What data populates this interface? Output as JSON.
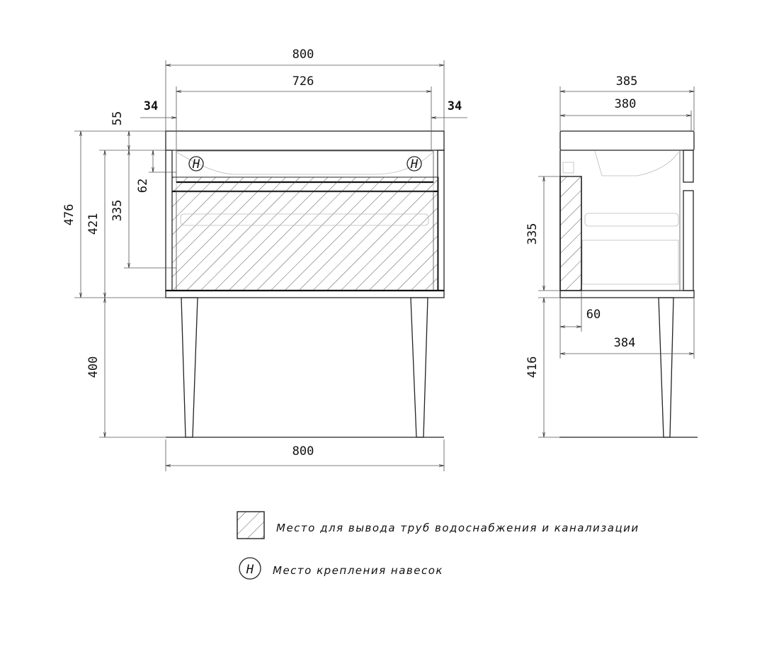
{
  "front_view": {
    "dims": {
      "overall_width_top": "800",
      "inner_width": "726",
      "side_offset_left": "34",
      "side_offset_right": "34",
      "countertop_height": "55",
      "upper_gap": "62",
      "drawer_height": "335",
      "cabinet_height": "421",
      "total_body_height": "476",
      "leg_height": "400",
      "overall_width_bottom": "800"
    },
    "mount_marker": "H"
  },
  "side_view": {
    "dims": {
      "depth_top": "385",
      "depth_body": "380",
      "pipe_zone_height": "335",
      "pipe_zone_depth": "60",
      "base_depth": "384",
      "leg_height": "416"
    }
  },
  "legend": {
    "pipe_zone_label": "Место для вывода труб водоснабжения и канализации",
    "mount_label": "Место крепления навесок",
    "mount_symbol": "H"
  }
}
